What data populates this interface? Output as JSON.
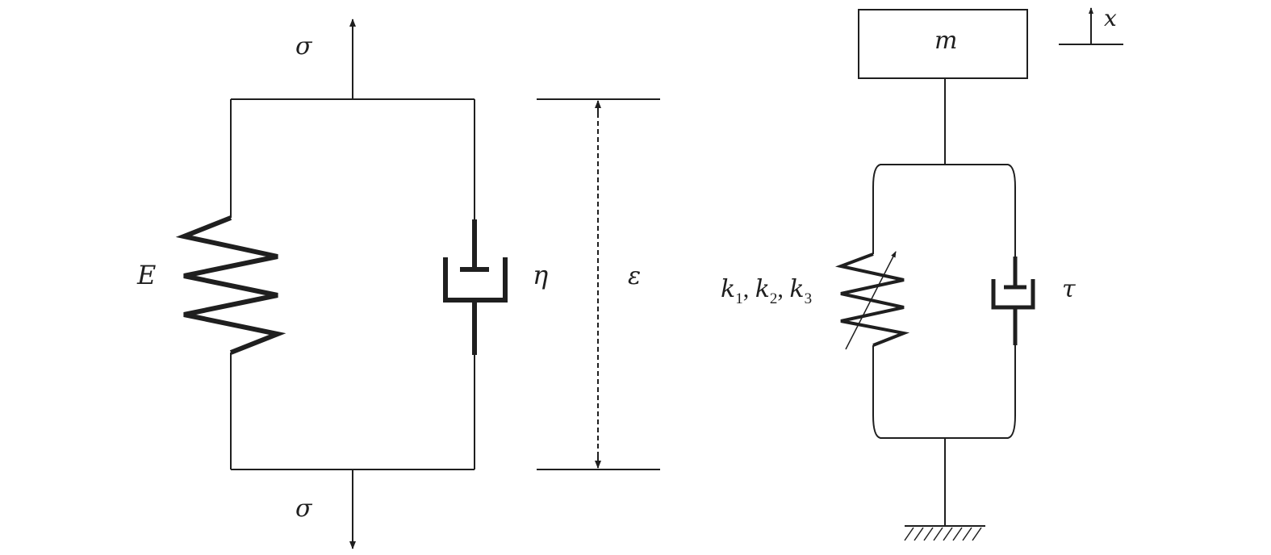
{
  "kelvin_voigt": {
    "stress_top_label": "σ",
    "stress_bottom_label": "σ",
    "spring_label": "E",
    "dashpot_label": "η",
    "strain_label": "ε"
  },
  "oscillator": {
    "mass_label": "m",
    "displacement_label": "x",
    "stiffness_label": {
      "k1_base": "k",
      "k1_sub": "1",
      "sep1": ", ",
      "k2_base": "k",
      "k2_sub": "2",
      "sep2": ", ",
      "k3_base": "k",
      "k3_sub": "3"
    },
    "damper_label": "τ"
  }
}
